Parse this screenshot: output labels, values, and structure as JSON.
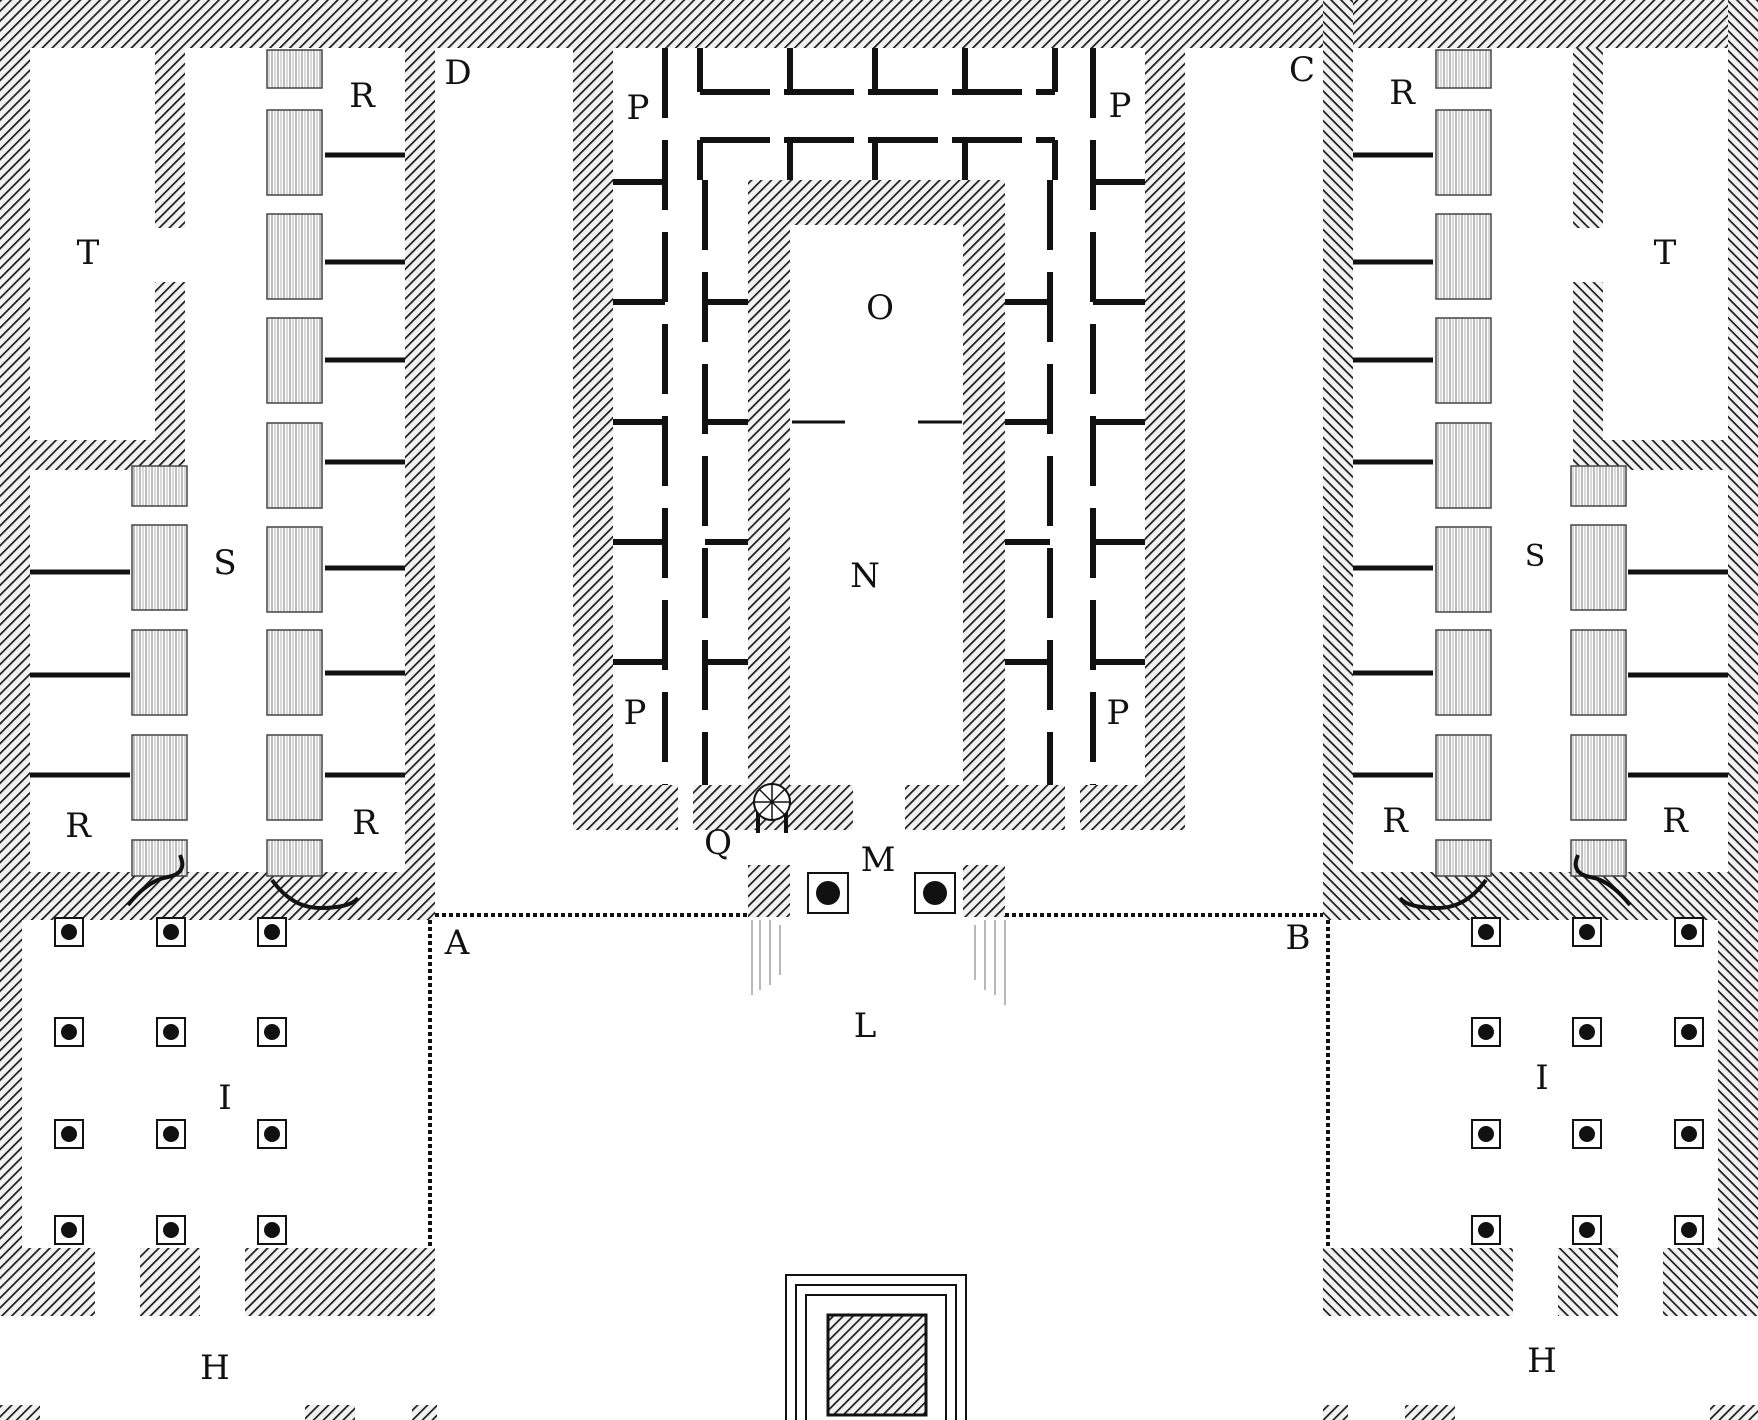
{
  "plan": {
    "colors": {
      "ink": "#111111",
      "paper": "#ffffff",
      "hatch_bg": "#f2f2f2",
      "hatch_line": "#1a1a1a",
      "light_hatch": "#7a7a7a"
    },
    "labels": {
      "T_left": "T",
      "T_right": "T",
      "R_left_top": "R",
      "R_left_bottom_left": "R",
      "R_left_bottom_right": "R",
      "R_right_top": "R",
      "R_right_bottom_left": "R",
      "R_right_bottom_right": "R",
      "S_left": "S",
      "S_right": "S",
      "D": "D",
      "C": "C",
      "A": "A",
      "B": "B",
      "P_top_left": "P",
      "P_top_right": "P",
      "P_bottom_left": "P",
      "P_bottom_right": "P",
      "O": "O",
      "N": "N",
      "M": "M",
      "Q": "Q",
      "L": "L",
      "I_left": "I",
      "I_right": "I",
      "H_left": "H",
      "H_right": "H"
    }
  }
}
